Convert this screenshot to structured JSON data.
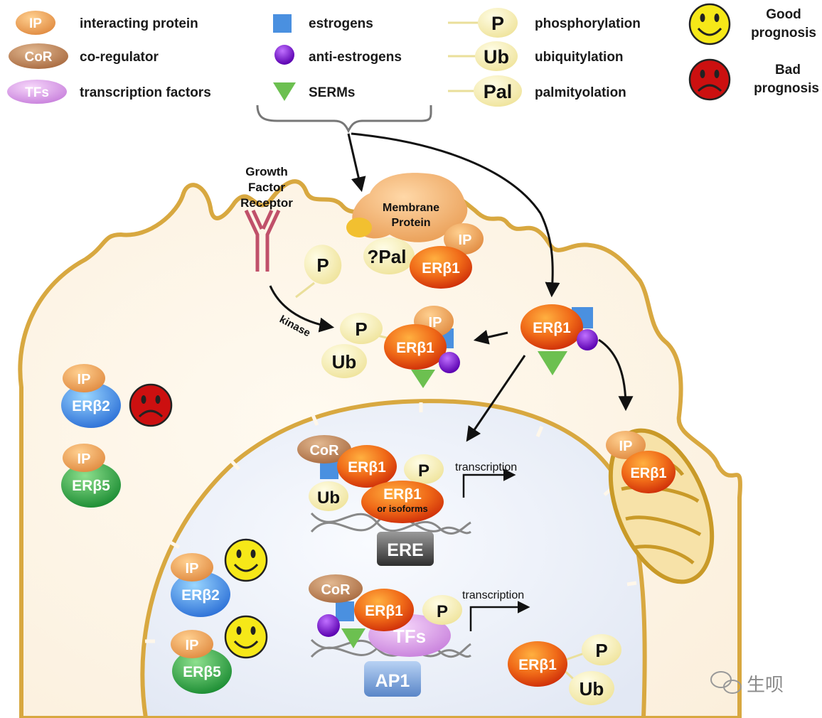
{
  "legend": {
    "ip": {
      "symbol": "IP",
      "label": "interacting protein"
    },
    "cor": {
      "symbol": "CoR",
      "label": "co-regulator"
    },
    "tfs": {
      "symbol": "TFs",
      "label": "transcription factors"
    },
    "estrogens": {
      "label": "estrogens"
    },
    "anti_estrogens": {
      "label": "anti-estrogens"
    },
    "serms": {
      "label": "SERMs"
    },
    "phosphorylation": {
      "symbol": "P",
      "label": "phosphorylation"
    },
    "ubiquitylation": {
      "symbol": "Ub",
      "label": "ubiquitylation"
    },
    "palmitoylation": {
      "symbol": "Pal",
      "label": "palmityolation"
    },
    "good": {
      "line1": "Good",
      "line2": "prognosis"
    },
    "bad": {
      "line1": "Bad",
      "line2": "prognosis"
    }
  },
  "cell": {
    "gfr_line1": "Growth",
    "gfr_line2": "Factor",
    "gfr_line3": "Receptor",
    "membrane_line1": "Membrane",
    "membrane_line2": "Protein",
    "pal_question": "?Pal",
    "kinase": "kinase"
  },
  "labels": {
    "ip": "IP",
    "cor": "CoR",
    "tfs": "TFs",
    "p": "P",
    "ub": "Ub",
    "erb1": "ERβ1",
    "erb2": "ERβ2",
    "erb5": "ERβ5",
    "isoforms": "or isoforms",
    "ere": "ERE",
    "ap1": "AP1",
    "transcription": "transcription"
  },
  "watermark": "生呗",
  "colors": {
    "ip": "#f0a060",
    "cor": "#b07850",
    "tfs": "#d99ae8",
    "estrogen": "#4a90e0",
    "anti_estrogen": "#7a10c8",
    "serm": "#6cc050",
    "erb1": "#e84a10",
    "erb2": "#2f86e0",
    "erb5": "#20a040",
    "p_ub": "#f6f0a0",
    "membrane": "#e0a838",
    "nucleus": "#eef2fa",
    "good": "#f6e818",
    "bad": "#cc1010"
  }
}
